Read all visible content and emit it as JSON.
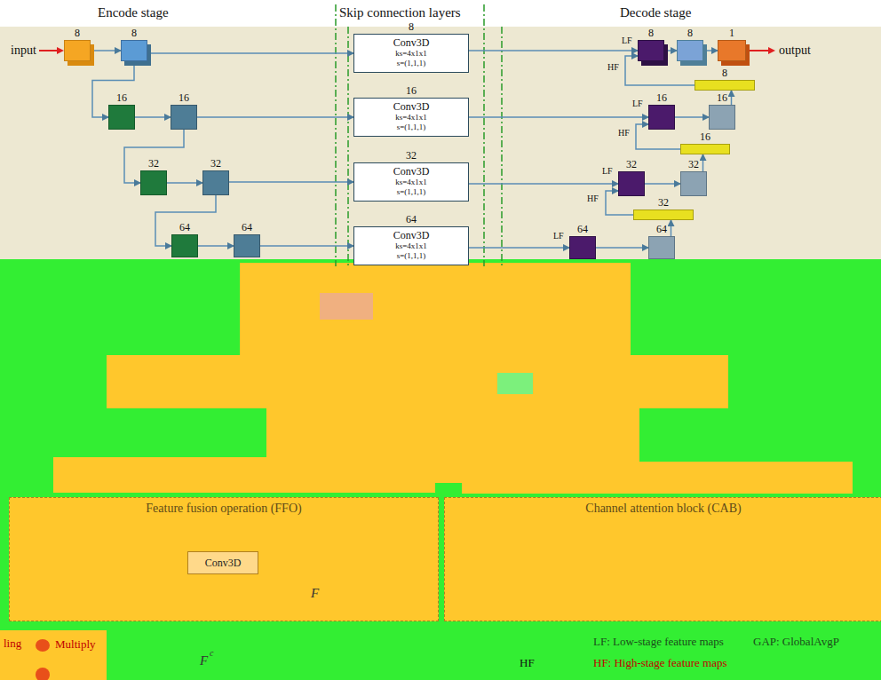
{
  "diagram": {
    "nodes": [
      {
        "text": [
          "8"
        ]
      },
      {
        "text": [
          "8"
        ]
      },
      {
        "text": [
          "16"
        ]
      },
      {
        "text": [
          "16"
        ]
      },
      {
        "text": [
          "32"
        ]
      },
      {
        "text": [
          "32"
        ]
      },
      {
        "text": [
          "64"
        ]
      },
      {
        "text": [
          "64"
        ]
      },
      {
        "text": [
          "8",
          "Conv3D",
          "ks=4x1x1",
          "s=(1,1,1)"
        ]
      },
      {
        "text": [
          "16",
          "Conv3D",
          "ks=4x1x1",
          "s=(1,1,1)"
        ]
      },
      {
        "text": [
          "32",
          "Conv3D",
          "ks=4x1x1",
          "s=(1,1,1)"
        ]
      },
      {
        "text": [
          "64",
          "Conv3D",
          "ks=4x1x1",
          "s=(1,1,1)"
        ]
      },
      {
        "text": [
          "8"
        ]
      },
      {
        "text": [
          "8"
        ]
      },
      {
        "text": [
          "1"
        ]
      },
      {
        "text": [
          "8"
        ]
      },
      {
        "text": [
          "16"
        ]
      },
      {
        "text": [
          "16"
        ]
      },
      {
        "text": [
          "16"
        ]
      },
      {
        "text": [
          "32"
        ]
      },
      {
        "text": [
          "32"
        ]
      },
      {
        "text": [
          "32"
        ]
      },
      {
        "text": [
          "64"
        ]
      },
      {
        "text": [
          "64"
        ]
      },
      {
        "text": [
          "Feature fusion operation (FFO)"
        ]
      },
      {
        "text": [
          "Conv3D"
        ],
        "in": 24
      },
      {
        "text": [
          "Channel attention block (CAB)"
        ]
      }
    ],
    "edges": [
      {
        "from": 0,
        "to": 1,
        "arrow": "to"
      },
      {
        "from": 1,
        "to": 8,
        "arrow": "to"
      },
      {
        "from": 8,
        "to": 12,
        "arrow": "to"
      },
      {
        "from": 1,
        "to": 2,
        "arrow": "to"
      },
      {
        "from": 2,
        "to": 3,
        "arrow": "to"
      },
      {
        "from": 3,
        "to": 9,
        "arrow": "to"
      },
      {
        "from": 9,
        "to": 16,
        "arrow": "to"
      },
      {
        "from": 3,
        "to": 4,
        "arrow": "to"
      },
      {
        "from": 4,
        "to": 5,
        "arrow": "to"
      },
      {
        "from": 5,
        "to": 10,
        "arrow": "to"
      },
      {
        "from": 10,
        "to": 19,
        "arrow": "to"
      },
      {
        "from": 5,
        "to": 6,
        "arrow": "to"
      },
      {
        "from": 6,
        "to": 7,
        "arrow": "to"
      },
      {
        "from": 7,
        "to": 11,
        "arrow": "to"
      },
      {
        "from": 11,
        "to": 22,
        "arrow": "to"
      },
      {
        "from": 12,
        "to": 13,
        "arrow": "to"
      },
      {
        "from": 13,
        "to": 14,
        "arrow": "to"
      },
      {
        "from": 15,
        "to": 12,
        "arrow": "to"
      },
      {
        "from": 17,
        "to": 15,
        "arrow": "to"
      },
      {
        "from": 16,
        "to": 17,
        "arrow": "to"
      },
      {
        "from": 18,
        "to": 16,
        "arrow": "to"
      },
      {
        "from": 20,
        "to": 18,
        "arrow": "to"
      },
      {
        "from": 19,
        "to": 20,
        "arrow": "to"
      },
      {
        "from": 21,
        "to": 19,
        "arrow": "to"
      },
      {
        "from": 23,
        "to": 21,
        "arrow": "to"
      },
      {
        "from": 22,
        "to": 23,
        "arrow": "to"
      }
    ],
    "labels": [
      "Encode stage",
      "Skip connection layers",
      "Decode stage",
      "input",
      "output",
      "LF",
      "HF",
      "LF",
      "HF",
      "LF",
      "HF",
      "LF",
      "ling",
      "F",
      "F",
      "c",
      "HF",
      "LF: Low-stage feature maps",
      "GAP: GlobalAvgP",
      "HF: High-stage feature maps"
    ],
    "legend": [
      {
        "text": "Multiply",
        "color": "#e8501a"
      }
    ]
  }
}
